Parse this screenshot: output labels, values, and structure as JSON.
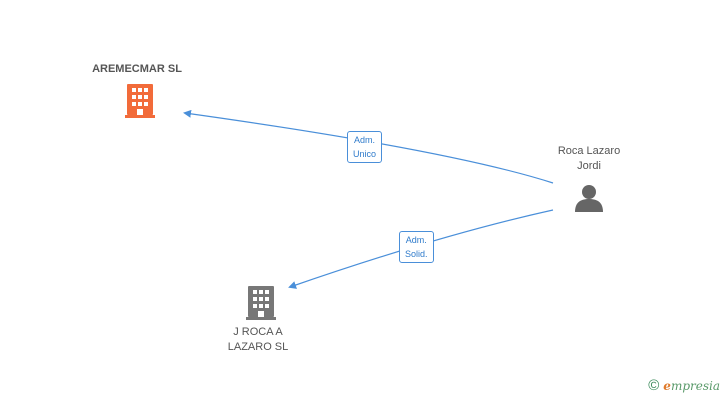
{
  "nodes": {
    "aremecmar": {
      "label": "AREMECMAR SL",
      "icon": "building-icon",
      "color": "#f26b3a"
    },
    "roca_lazaro": {
      "label_line1": "Roca Lazaro",
      "label_line2": "Jordi",
      "icon": "person-icon",
      "color": "#666666"
    },
    "jroca": {
      "label_line1": "J ROCA A",
      "label_line2": "LAZARO SL",
      "icon": "building-icon",
      "color": "#777777"
    }
  },
  "edges": {
    "to_aremecmar": {
      "line1": "Adm.",
      "line2": "Unico"
    },
    "to_jroca": {
      "line1": "Adm.",
      "line2": "Solid."
    }
  },
  "colors": {
    "edge": "#4a8fd9"
  },
  "footer": {
    "symbol": "©",
    "brand_first": "e",
    "brand_rest": "mpresia"
  }
}
